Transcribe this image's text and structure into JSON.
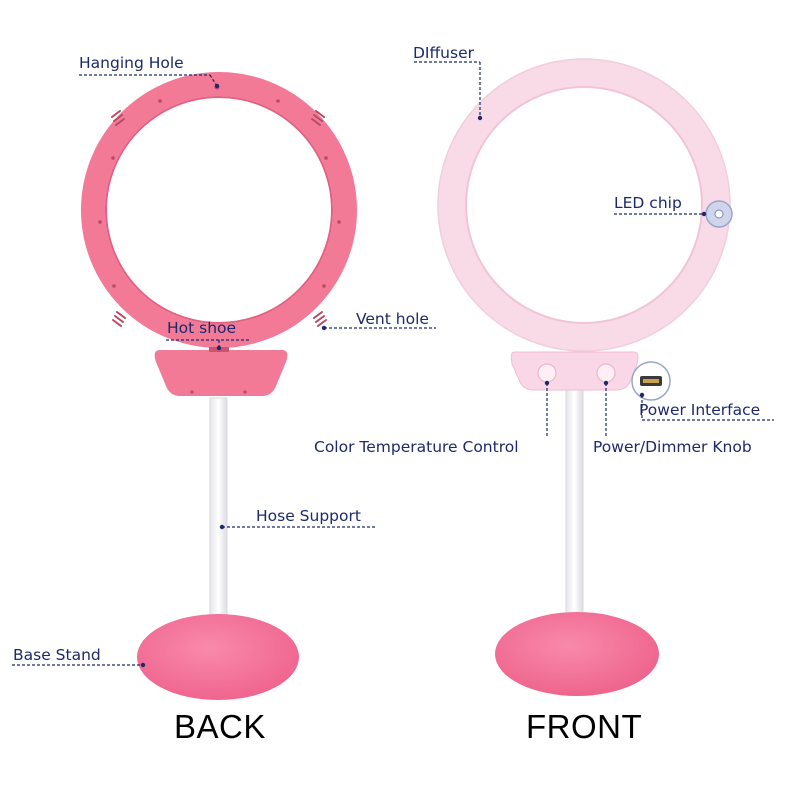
{
  "back": {
    "caption": "BACK",
    "labels": {
      "hanging_hole": "Hanging Hole",
      "hot_shoe": "Hot shoe",
      "vent_hole": "Vent hole",
      "hose_support": "Hose Support",
      "base_stand": "Base Stand"
    }
  },
  "front": {
    "caption": "FRONT",
    "labels": {
      "diffuser": "DIffuser",
      "led_chip": "LED chip",
      "power_interface": "Power Interface",
      "color_temperature_control": "Color Temperature Control",
      "power_dimmer_knob": "Power/Dimmer Knob"
    }
  },
  "colors": {
    "ring_pink": "#f27a96",
    "diffuser_pink": "#f9dbe8",
    "base_pink": "#f6749a",
    "label_navy": "#1c2a6b"
  }
}
